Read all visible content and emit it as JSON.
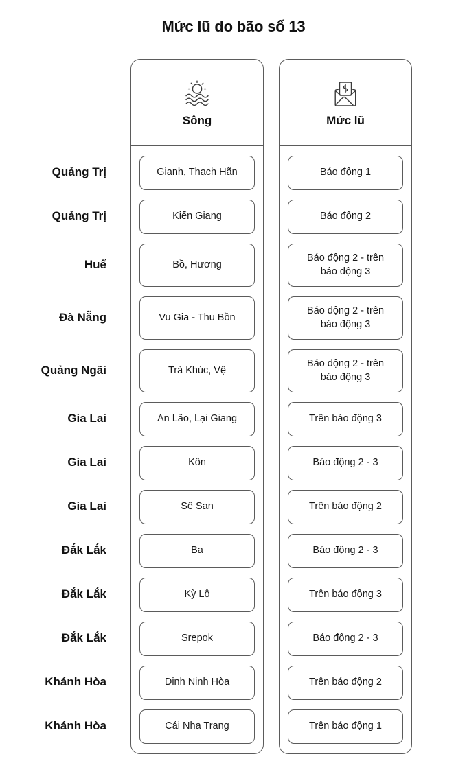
{
  "title": "Mức lũ do bão số 13",
  "columns": [
    {
      "key": "song",
      "label": "Sông",
      "icon": "sunrise-over-water-icon"
    },
    {
      "key": "muc_lu",
      "label": "Mức lũ",
      "icon": "open-envelope-document-icon"
    }
  ],
  "rows": [
    {
      "province": "Quảng Trị",
      "song": "Gianh, Thạch Hãn",
      "muc_lu": "Báo động 1",
      "lines": 1
    },
    {
      "province": "Quảng Trị",
      "song": "Kiến Giang",
      "muc_lu": "Báo động 2",
      "lines": 1
    },
    {
      "province": "Huế",
      "song": "Bồ, Hương",
      "muc_lu": "Báo động 2 - trên\nbáo động 3",
      "lines": 2
    },
    {
      "province": "Đà Nẵng",
      "song": "Vu Gia - Thu Bồn",
      "muc_lu": "Báo động 2 - trên\nbáo động 3",
      "lines": 2
    },
    {
      "province": "Quảng Ngãi",
      "song": "Trà Khúc, Vệ",
      "muc_lu": "Báo động 2 - trên\nbáo động 3",
      "lines": 2
    },
    {
      "province": "Gia Lai",
      "song": "An Lão, Lại Giang",
      "muc_lu": "Trên báo động 3",
      "lines": 1
    },
    {
      "province": "Gia Lai",
      "song": "Kôn",
      "muc_lu": "Báo động 2 - 3",
      "lines": 1
    },
    {
      "province": "Gia Lai",
      "song": "Sê San",
      "muc_lu": "Trên báo động 2",
      "lines": 1
    },
    {
      "province": "Đắk Lắk",
      "song": "Ba",
      "muc_lu": "Báo động 2 - 3",
      "lines": 1
    },
    {
      "province": "Đắk Lắk",
      "song": "Kỳ Lộ",
      "muc_lu": "Trên báo động 3",
      "lines": 1
    },
    {
      "province": "Đắk Lắk",
      "song": "Srepok",
      "muc_lu": "Báo động 2 - 3",
      "lines": 1
    },
    {
      "province": "Khánh Hòa",
      "song": "Dinh Ninh Hòa",
      "muc_lu": "Trên báo động 2",
      "lines": 1
    },
    {
      "province": "Khánh Hòa",
      "song": "Cái Nha Trang",
      "muc_lu": "Trên báo động 1",
      "lines": 1
    }
  ],
  "colors": {
    "background": "#ffffff",
    "border": "#5b5b5b",
    "text": "#1a1a1a",
    "title_text": "#121212"
  }
}
